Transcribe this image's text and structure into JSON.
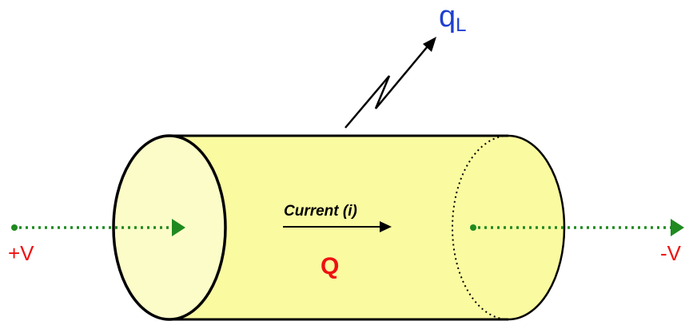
{
  "diagram": {
    "heat_label_main": "q",
    "heat_label_sub": "L",
    "current_label": "Current (i)",
    "charge_label": "Q",
    "positive_terminal": "+V",
    "negative_terminal": "-V",
    "colors": {
      "cylinder_body": "#fafaa0",
      "cylinder_face": "#fcfcc8",
      "outline": "#000000",
      "dotted_line": "#1f8a1f",
      "heat_label": "#1f3fd0",
      "terminal_label": "#ee1111",
      "charge_label": "#ee1111",
      "current_label": "#000000"
    }
  }
}
